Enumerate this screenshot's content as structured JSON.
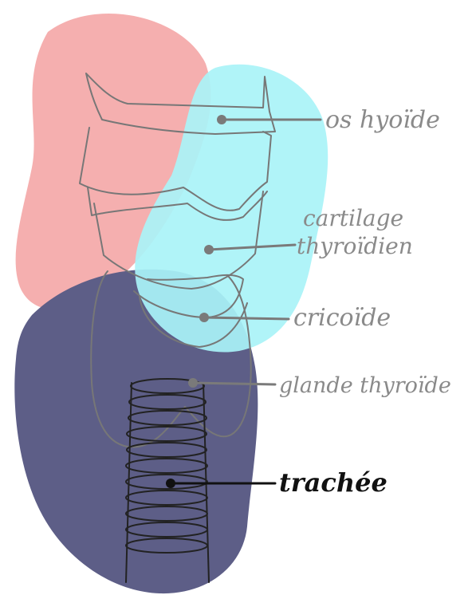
{
  "diagram": {
    "labels": {
      "hyoid": "os hyoïde",
      "thyroid_cartilage_line1": "cartilage",
      "thyroid_cartilage_line2": "thyroïdien",
      "cricoid": "cricoïde",
      "thyroid_gland": "glande thyroïde",
      "trachea": "trachée"
    },
    "colors": {
      "pink_blob": "#f4a6a6",
      "cyan_blob": "#a9f3f7",
      "navy_blob": "#5d5e87",
      "outline": "#777777",
      "leader_gray": "#7a7a7a",
      "leader_dark": "#111111"
    }
  }
}
